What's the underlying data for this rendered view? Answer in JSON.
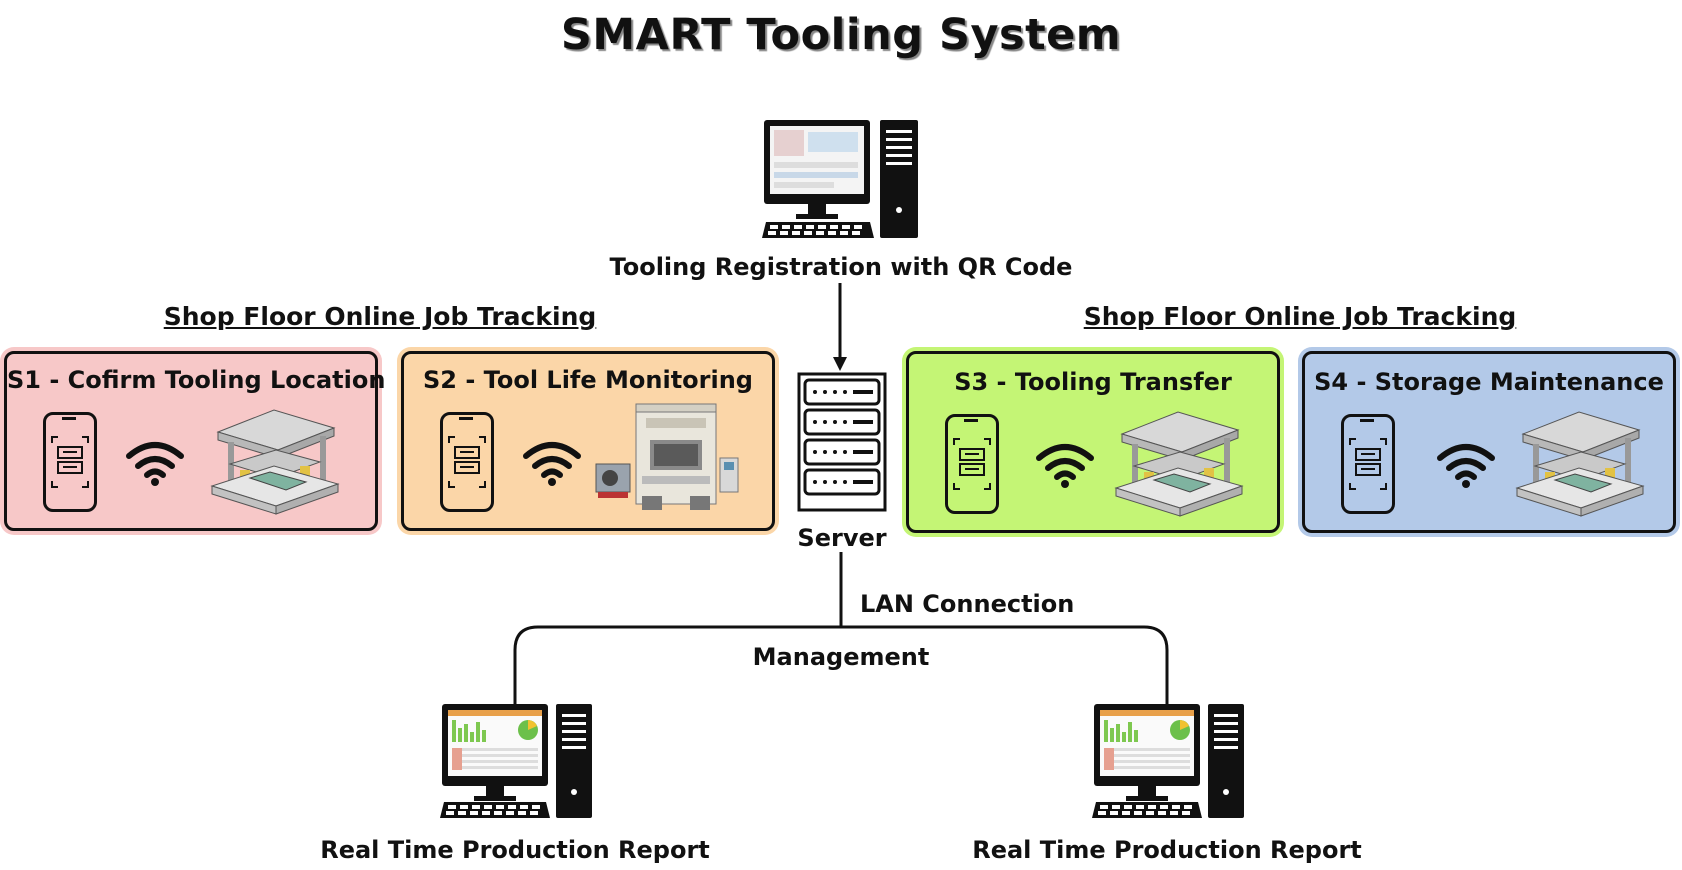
{
  "title": "SMART Tooling System",
  "registration_label": "Tooling Registration with QR Code",
  "sections": [
    {
      "heading": "Shop Floor Online Job Tracking"
    },
    {
      "heading": "Shop Floor Online Job Tracking"
    }
  ],
  "stations": [
    {
      "label": "S1 - Cofirm Tooling Location",
      "color": "#f7c8c8",
      "machine": "die-set-icon"
    },
    {
      "label": "S2 - Tool Life Monitoring",
      "color": "#fbd6a8",
      "machine": "press-machine-icon"
    },
    {
      "label": "S3 - Tooling Transfer",
      "color": "#c4f575",
      "machine": "die-set-icon"
    },
    {
      "label": "S4 - Storage Maintenance",
      "color": "#b3c9e8",
      "machine": "die-set-icon"
    }
  ],
  "server_label": "Server",
  "lan_label": "LAN Connection",
  "management_label": "Management",
  "reports": [
    {
      "label": "Real Time Production Report"
    },
    {
      "label": "Real Time Production Report"
    }
  ]
}
